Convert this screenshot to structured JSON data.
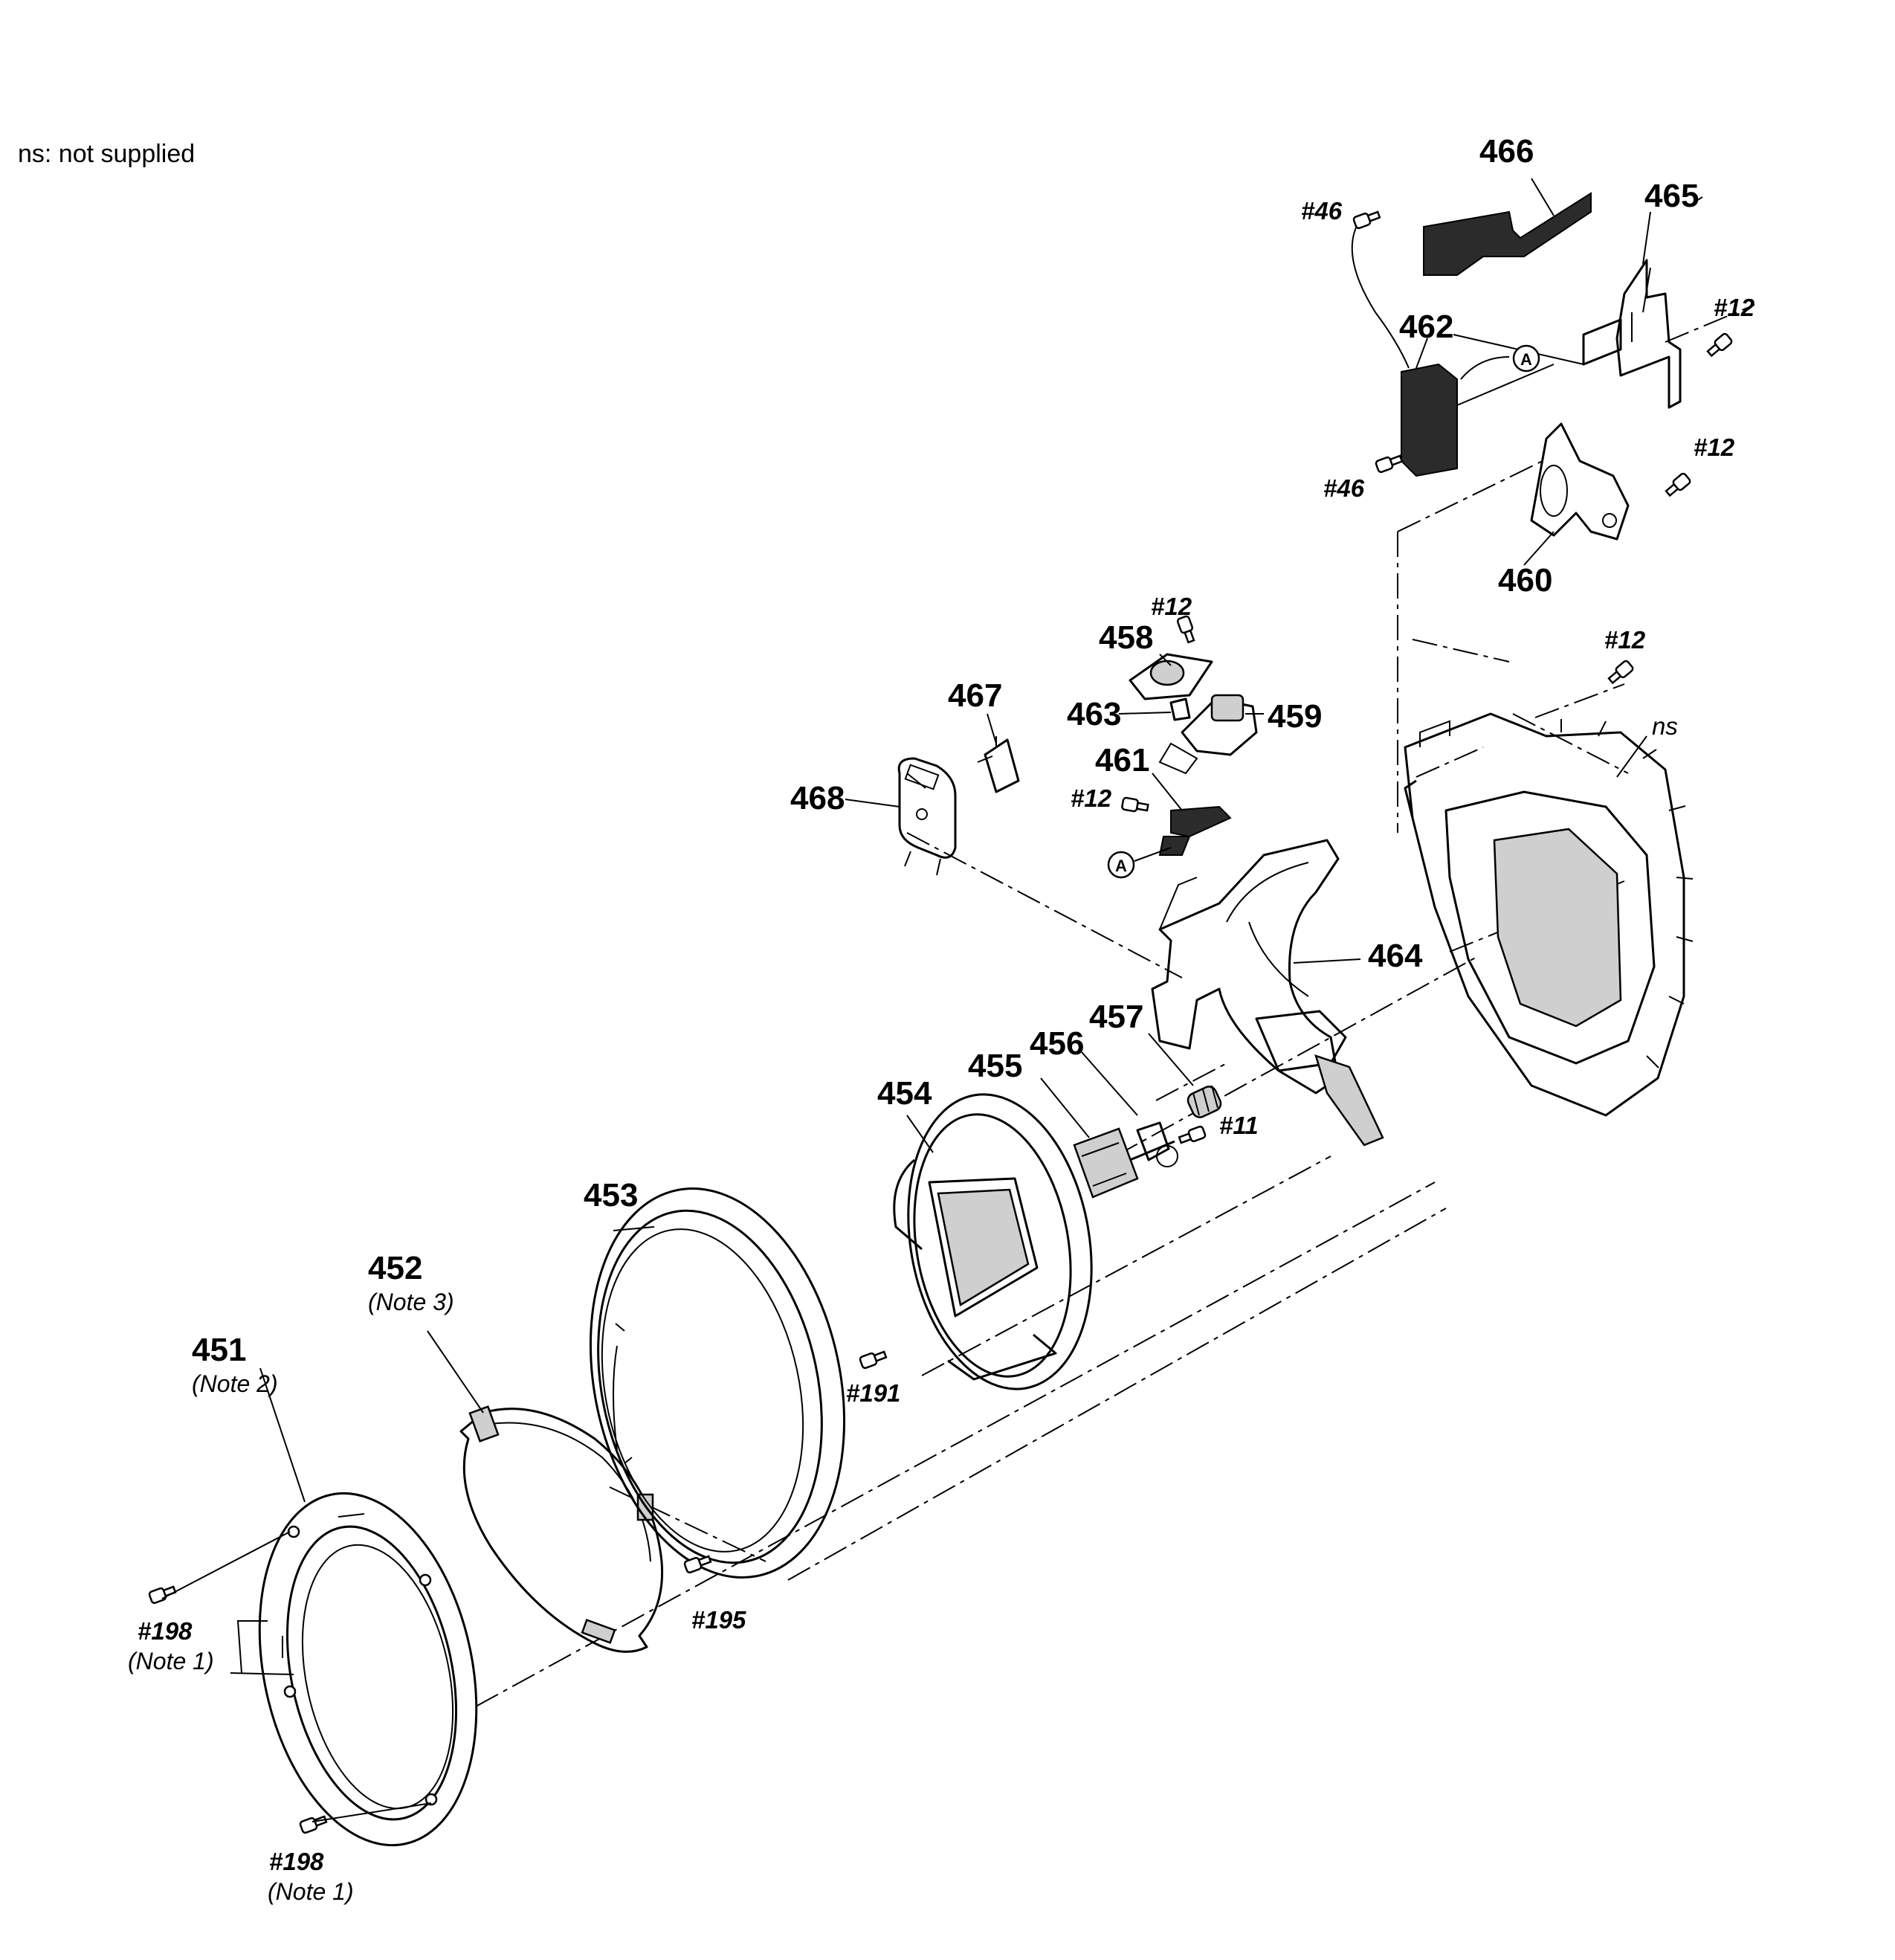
{
  "legend": {
    "text": "ns: not supplied"
  },
  "parts": {
    "p451": "451",
    "p452": "452",
    "p453": "453",
    "p454": "454",
    "p455": "455",
    "p456": "456",
    "p457": "457",
    "p458": "458",
    "p459": "459",
    "p460": "460",
    "p461": "461",
    "p462": "462",
    "p463": "463",
    "p464": "464",
    "p465": "465",
    "p466": "466",
    "p467": "467",
    "p468": "468",
    "ns": "ns"
  },
  "notes": {
    "n451": "(Note 2)",
    "n452": "(Note 3)",
    "n198a": "(Note 1)",
    "n198b": "(Note 1)"
  },
  "screws": {
    "s46a": "#46",
    "s46b": "#46",
    "s12a": "#12",
    "s12b": "#12",
    "s12c": "#12",
    "s12d": "#12",
    "s12e": "#12",
    "s11": "#11",
    "s191": "#191",
    "s195": "#195",
    "s198a": "#198",
    "s198b": "#198"
  },
  "connectors": {
    "a1": "A",
    "a2": "A"
  }
}
